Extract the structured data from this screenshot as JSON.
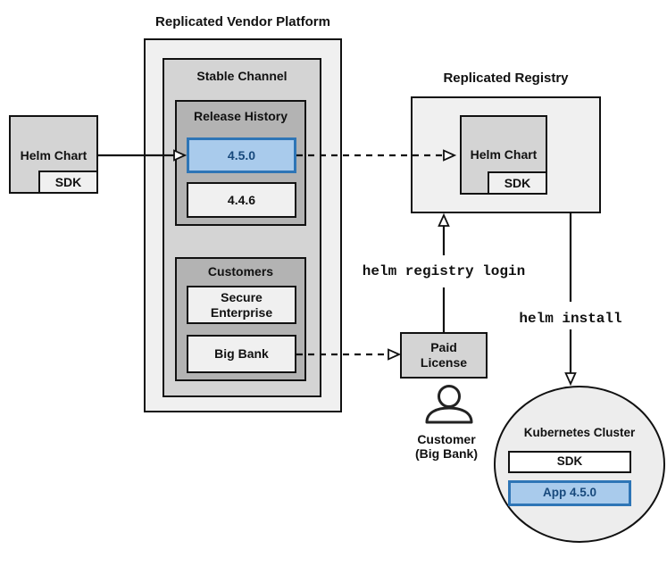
{
  "diagram": {
    "vendor_platform": {
      "title": "Replicated Vendor Platform",
      "stable_channel": {
        "label": "Stable Channel",
        "release_history": {
          "label": "Release History",
          "releases": [
            {
              "version": "4.5.0",
              "highlighted": true
            },
            {
              "version": "4.4.6",
              "highlighted": false
            }
          ]
        },
        "customers": {
          "label": "Customers",
          "items": [
            "Secure Enterprise",
            "Big Bank"
          ]
        }
      }
    },
    "vendor_helm_chart": {
      "label": "Helm Chart",
      "sdk": "SDK"
    },
    "registry": {
      "title": "Replicated Registry",
      "helm_chart": {
        "label": "Helm Chart",
        "sdk": "SDK"
      }
    },
    "paid_license": {
      "label": "Paid License"
    },
    "customer_caption": {
      "line1": "Customer",
      "line2": "(Big Bank)"
    },
    "commands": {
      "registry_login": "helm registry login",
      "install": "helm install"
    },
    "cluster": {
      "title": "Kubernetes Cluster",
      "sdk": "SDK",
      "app": "App 4.5.0"
    },
    "colors": {
      "highlight_fill": "#a9cbec",
      "highlight_border": "#2e75b6",
      "highlight_text": "#17497c",
      "container_lightest": "#f0f0f0",
      "container_mid": "#d4d4d4",
      "container_dark": "#b3b3b3",
      "line": "#111111"
    }
  }
}
